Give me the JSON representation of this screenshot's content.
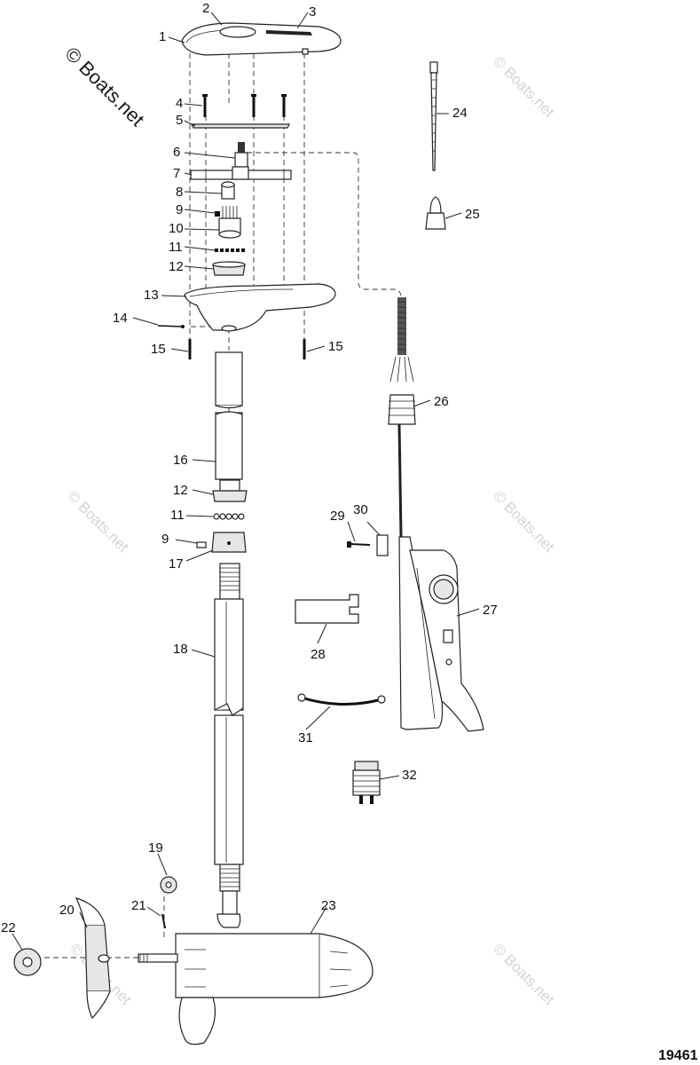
{
  "watermark": {
    "primary": "© Boats.net",
    "tiles": [
      "© Boats.net",
      "© Boats.net",
      "© Boats.net",
      "© Boats.net",
      "© Boats.net",
      "© Boats.net"
    ]
  },
  "figure_id": "19461",
  "callouts": [
    {
      "n": "1"
    },
    {
      "n": "2"
    },
    {
      "n": "3"
    },
    {
      "n": "4"
    },
    {
      "n": "5"
    },
    {
      "n": "6"
    },
    {
      "n": "7"
    },
    {
      "n": "8"
    },
    {
      "n": "9"
    },
    {
      "n": "10"
    },
    {
      "n": "11"
    },
    {
      "n": "12"
    },
    {
      "n": "13"
    },
    {
      "n": "14"
    },
    {
      "n": "15"
    },
    {
      "n": "15"
    },
    {
      "n": "16"
    },
    {
      "n": "12"
    },
    {
      "n": "11"
    },
    {
      "n": "9"
    },
    {
      "n": "17"
    },
    {
      "n": "18"
    },
    {
      "n": "19"
    },
    {
      "n": "20"
    },
    {
      "n": "21"
    },
    {
      "n": "22"
    },
    {
      "n": "23"
    },
    {
      "n": "24"
    },
    {
      "n": "25"
    },
    {
      "n": "26"
    },
    {
      "n": "27"
    },
    {
      "n": "28"
    },
    {
      "n": "29"
    },
    {
      "n": "30"
    },
    {
      "n": "31"
    },
    {
      "n": "32"
    }
  ]
}
